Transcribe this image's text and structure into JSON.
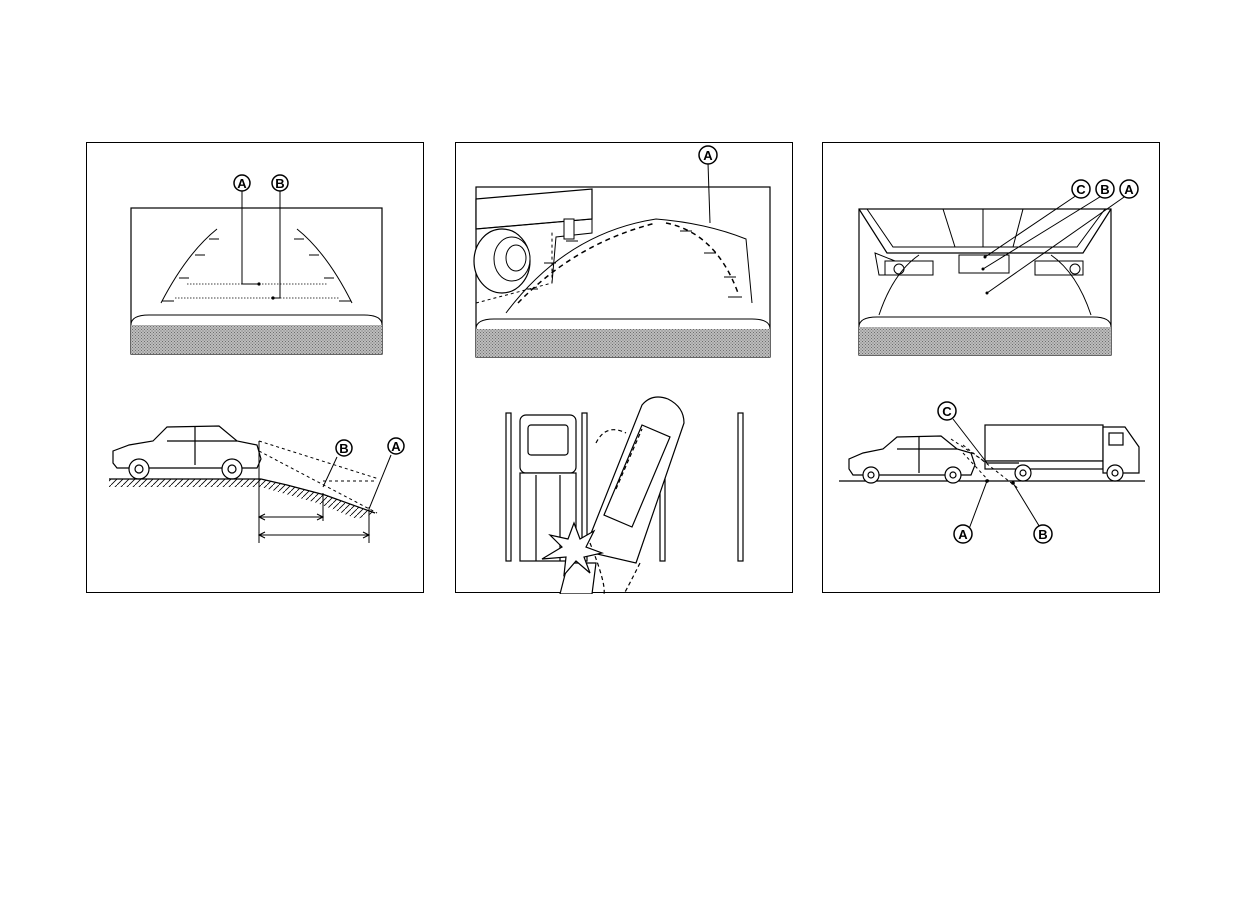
{
  "colors": {
    "line": "#000000",
    "background": "#ffffff",
    "ground_hatch": "#999999"
  },
  "panels": [
    {
      "name": "slope-distance-illustration",
      "screen_callouts": [
        "A",
        "B"
      ],
      "side_callouts": [
        "B",
        "A"
      ]
    },
    {
      "name": "turning-collision-illustration",
      "screen_callouts": [
        "A"
      ]
    },
    {
      "name": "protruding-object-illustration",
      "screen_callouts": [
        "C",
        "B",
        "A"
      ],
      "side_callouts": [
        "C",
        "A",
        "B"
      ]
    }
  ]
}
